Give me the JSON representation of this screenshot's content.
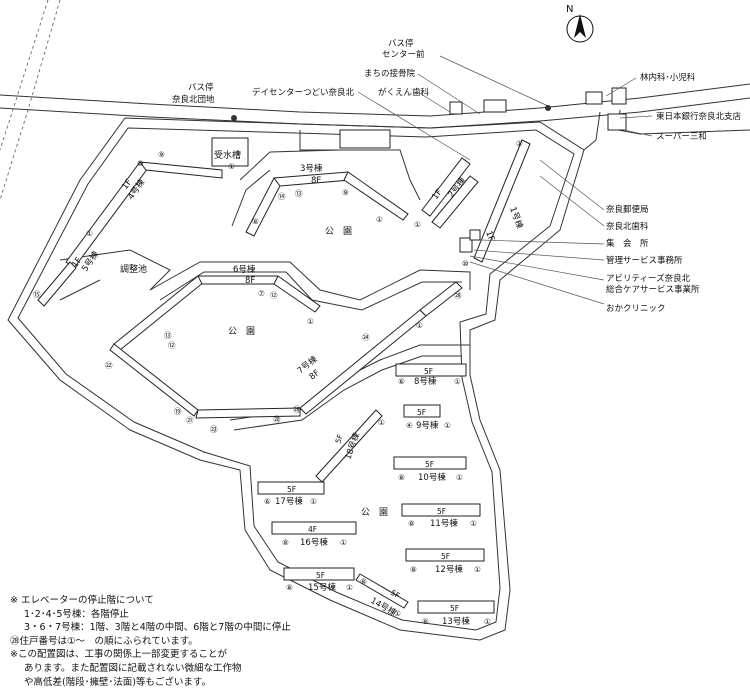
{
  "compass": {
    "label": "N"
  },
  "top_labels": {
    "bus_stop_danchi": "バス停\n奈良北団地",
    "day_center": "デイセンターつどい奈良北",
    "bus_stop_center": "バス停\nセンター前",
    "bonesetter": "まちの接骨院",
    "dental_gakuen": "がくえん歯科",
    "pediatrics": "林内科･小児科",
    "bank": "東日本銀行奈良北支店",
    "supermarket": "スーパー三和"
  },
  "right_labels": {
    "post_office": "奈良郵便局",
    "nara_kita_dental": "奈良北歯科",
    "assembly_hall": "集　会　所",
    "management_office": "管理サービス事務所",
    "care_service": "アビリティーズ奈良北\n総合ケアサービス事業所",
    "clinic": "おかクリニック"
  },
  "facilities": {
    "water_tank": "受水槽",
    "pond": "調整池",
    "park": "公　園"
  },
  "buildings": [
    {
      "name": "3号棟",
      "floor": "8F"
    },
    {
      "name": "4号棟",
      "floor": "1F"
    },
    {
      "name": "5号棟",
      "floor": "1F"
    },
    {
      "name": "6号棟",
      "floor": "8F"
    },
    {
      "name": "7号棟",
      "floor": "8F"
    },
    {
      "name": "2号棟",
      "floor": "1F"
    },
    {
      "name": "1号棟",
      "floor": "1F"
    },
    {
      "name": "8号棟",
      "floor": "5F"
    },
    {
      "name": "9号棟",
      "floor": "5F"
    },
    {
      "name": "10号棟",
      "floor": "5F"
    },
    {
      "name": "11号棟",
      "floor": "5F"
    },
    {
      "name": "12号棟",
      "floor": "5F"
    },
    {
      "name": "13号棟",
      "floor": "5F"
    },
    {
      "name": "14号棟",
      "floor": "5F"
    },
    {
      "name": "15号棟",
      "floor": "5F"
    },
    {
      "name": "16号棟",
      "floor": "4F"
    },
    {
      "name": "17号棟",
      "floor": "5F"
    },
    {
      "name": "18号棟",
      "floor": "5F"
    }
  ],
  "unit_numbers": [
    "①",
    "⑥",
    "④",
    "⑧",
    "⑨",
    "⑫",
    "⑬",
    "⑭",
    "⑮",
    "⑯",
    "⑲",
    "⑳",
    "㉑",
    "㉒",
    "㉓",
    "㉔",
    "㉖",
    "㉘",
    "⑦",
    "⑩"
  ],
  "notes": {
    "line1": "※ エレベーターの停止階について",
    "line2": "1･2･4･5号棟：各階停止",
    "line3": "3・6・7号棟：1階、3階と4階の中間、6階と7階の中間に停止",
    "line4": "㉘住戸番号は①～　の順にふられています。",
    "line5": "※この配置図は、工事の関係上一部変更することが",
    "line6": "あります。また配置図に記載されない微細な工作物",
    "line7": "や高低差(階段･擁壁･法面)等もございます。"
  }
}
